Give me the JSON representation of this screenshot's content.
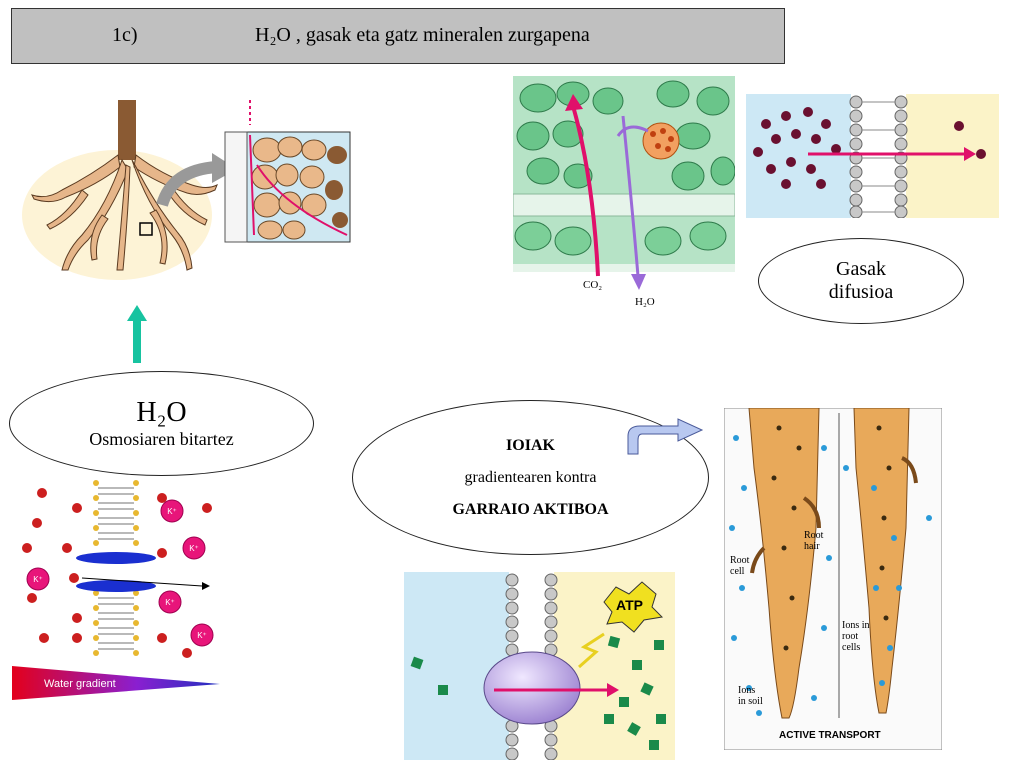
{
  "title": {
    "number": "1c)",
    "text": "H₂O , gasak eta gatz mineralen zurgapena"
  },
  "water_ellipse": {
    "formula": "H₂O",
    "caption": "Osmosiaren bitartez"
  },
  "gas_ellipse": {
    "line1": "Gasak",
    "line2": "difusioa"
  },
  "ion_ellipse": {
    "heading": "IOIAK",
    "line2": "gradientearen kontra",
    "line3": "GARRAIO AKTIBOA"
  },
  "leaf_figure": {
    "label_co2": "CO₂",
    "label_h2o": "H₂O"
  },
  "osmosis_figure": {
    "ion_label": "K⁺",
    "gradient_label": "Water gradient"
  },
  "atp_figure": {
    "atp_label": "ATP"
  },
  "transport_figure": {
    "root_hair": "Root\nhair",
    "root_cell": "Root\ncell",
    "ions_root": "Ions in\nroot\ncells",
    "ions_soil": "Ions\nin soil",
    "caption": "ACTIVE TRANSPORT"
  },
  "colors": {
    "title_bg": "#c0c0c0",
    "teal_arrow": "#17c3a0",
    "magenta_arrow": "#e0106a",
    "root_brown": "#c48a5a",
    "membrane_blue": "#cde8f5",
    "membrane_yellow": "#fbf3c8"
  }
}
